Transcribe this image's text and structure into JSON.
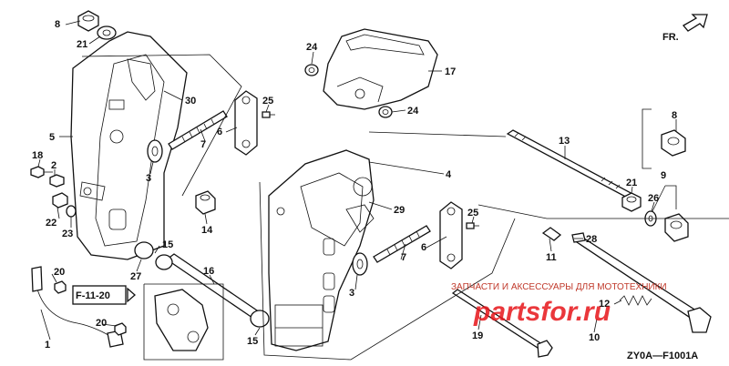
{
  "diagram": {
    "code": "ZY0A—F1001A",
    "ref_label": "F-11-20",
    "direction_label": "FR.",
    "callouts": [
      "8",
      "21",
      "24",
      "17",
      "30",
      "25",
      "5",
      "6",
      "7",
      "3",
      "24",
      "4",
      "13",
      "8",
      "18",
      "2",
      "22",
      "23",
      "14",
      "29",
      "21",
      "9",
      "26",
      "25",
      "15",
      "28",
      "16",
      "6",
      "7",
      "11",
      "27",
      "20",
      "3",
      "20",
      "12",
      "19",
      "10",
      "15",
      "1"
    ]
  },
  "watermark": {
    "caption": "ЗАПЧАСТИ И АКСЕССУАРЫ ДЛЯ МОТОТЕХНИКИ",
    "logo": "partsfor.ru"
  }
}
